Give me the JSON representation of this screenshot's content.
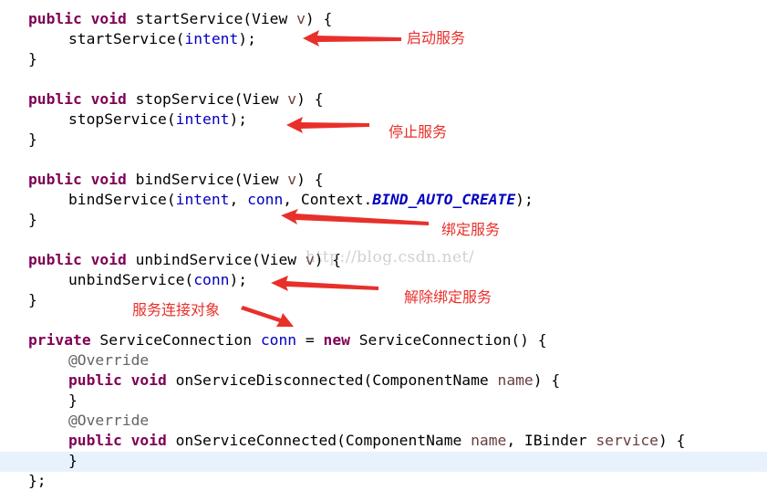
{
  "code": {
    "start": {
      "sig_mod": "public void",
      "sig_name": " startService(View ",
      "sig_param": "v",
      "sig_end": ") {",
      "body_call": "startService(",
      "body_arg": "intent",
      "body_end": ");",
      "close": "}"
    },
    "stop": {
      "sig_mod": "public void",
      "sig_name": " stopService(View ",
      "sig_param": "v",
      "sig_end": ") {",
      "body_call": "stopService(",
      "body_arg": "intent",
      "body_end": ");",
      "close": "}"
    },
    "bind": {
      "sig_mod": "public void",
      "sig_name": " bindService(View ",
      "sig_param": "v",
      "sig_end": ") {",
      "body_call": "bindService(",
      "body_arg": "intent",
      "body_sep": ", ",
      "body_arg2": "conn",
      "body_ctx": ", Context.",
      "body_const": "BIND_AUTO_CREATE",
      "body_end": ");",
      "close": "}"
    },
    "unbind": {
      "sig_mod": "public void",
      "sig_name": " unbindService(View ",
      "sig_param": "v",
      "sig_end": ") {",
      "body_call": "unbindService(",
      "body_arg": "conn",
      "body_end": ");",
      "close": "}"
    },
    "conn": {
      "mod": "private",
      "type": " ServiceConnection ",
      "field": "conn",
      "eq": " = ",
      "new_kw": "new",
      "ctor": " ServiceConnection() {",
      "ann1": "@Override",
      "m1_mod": "public void",
      "m1_name": " onServiceDisconnected(ComponentName ",
      "m1_param": "name",
      "m1_end": ") {",
      "m1_close": "}",
      "ann2": "@Override",
      "m2_mod": "public void",
      "m2_name": " onServiceConnected(ComponentName ",
      "m2_param": "name",
      "m2_mid": ", IBinder ",
      "m2_param2": "service",
      "m2_end": ") {",
      "m2_close": "}",
      "close": "};"
    }
  },
  "annotations": {
    "start_service": "启动服务",
    "stop_service": "停止服务",
    "bind_service": "绑定服务",
    "unbind_service": "解除绑定服务",
    "service_connection": "服务连接对象"
  },
  "watermark": "http://blog.csdn.net/",
  "colors": {
    "keyword": "#7f0055",
    "field": "#0000c0",
    "parameter": "#6a3e3e",
    "annotation": "#646464",
    "note_red": "#e8302b",
    "current_line": "#e8f2fe"
  }
}
